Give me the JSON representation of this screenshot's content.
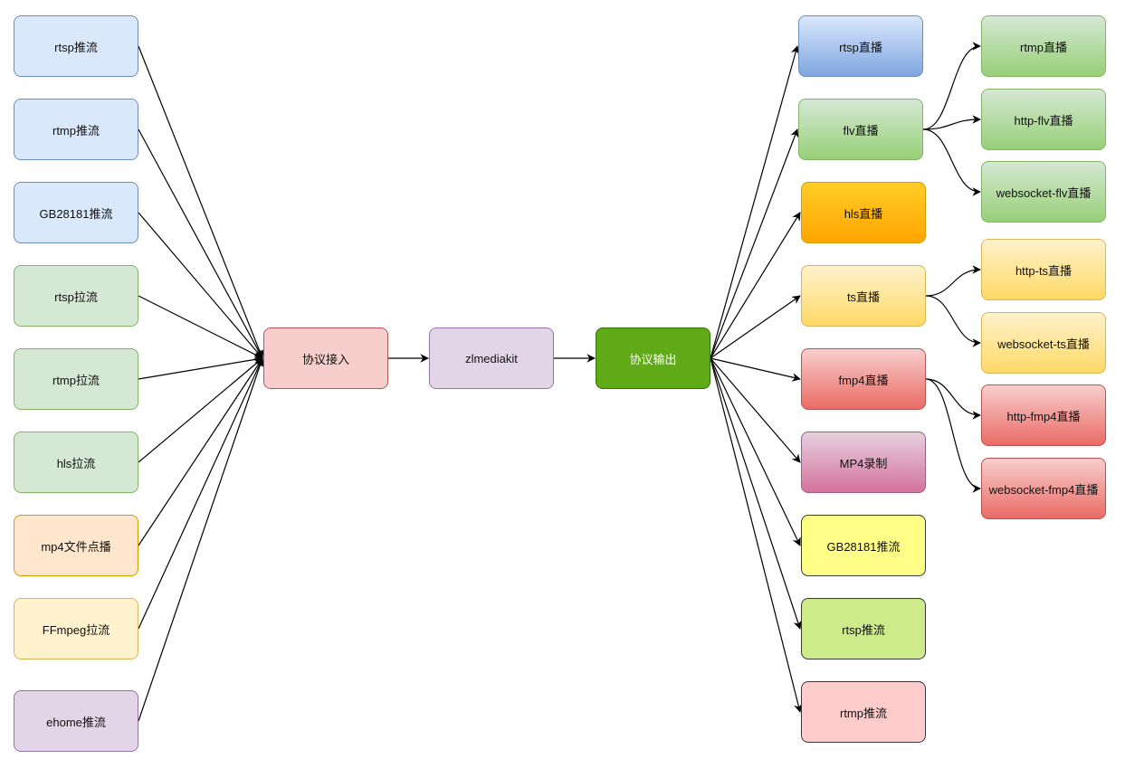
{
  "inputs": [
    {
      "label": "rtsp推流",
      "fill": "#dae8fc",
      "stroke": "#6c8ebf"
    },
    {
      "label": "rtmp推流",
      "fill": "#dae8fc",
      "stroke": "#6c8ebf"
    },
    {
      "label": "GB28181推流",
      "fill": "#dae8fc",
      "stroke": "#6c8ebf"
    },
    {
      "label": "rtsp拉流",
      "fill": "#d5e8d4",
      "stroke": "#82b366"
    },
    {
      "label": "rtmp拉流",
      "fill": "#d5e8d4",
      "stroke": "#82b366"
    },
    {
      "label": "hls拉流",
      "fill": "#d5e8d4",
      "stroke": "#82b366"
    },
    {
      "label": "mp4文件点播",
      "fill": "#ffe6cc",
      "stroke": "#d79b00"
    },
    {
      "label": "FFmpeg拉流",
      "fill": "#fff2cc",
      "stroke": "#d6b656"
    },
    {
      "label": "ehome推流",
      "fill": "#e1d5e7",
      "stroke": "#9673a6"
    }
  ],
  "center": {
    "ingest": {
      "label": "协议接入",
      "fill": "#f8cecc",
      "stroke": "#b85450"
    },
    "core": {
      "label": "zlmediakit",
      "fill": "#e1d5e7",
      "stroke": "#9673a6"
    },
    "egress": {
      "label": "协议输出",
      "fill": "#60a917",
      "stroke": "#2d7600"
    }
  },
  "outputs": [
    {
      "label": "rtsp直播",
      "fill_top": "#dae8fc",
      "fill_bottom": "#7ea6e0",
      "stroke": "#6c8ebf"
    },
    {
      "label": "flv直播",
      "fill_top": "#d5e8d4",
      "fill_bottom": "#97d077",
      "stroke": "#82b366"
    },
    {
      "label": "hls直播",
      "fill_top": "#ffcd28",
      "fill_bottom": "#ffa500",
      "stroke": "#d79b00"
    },
    {
      "label": "ts直播",
      "fill_top": "#fff2cc",
      "fill_bottom": "#ffd966",
      "stroke": "#d6b656"
    },
    {
      "label": "fmp4直播",
      "fill_top": "#f8cecc",
      "fill_bottom": "#ea6b66",
      "stroke": "#b85450"
    },
    {
      "label": "MP4录制",
      "fill_top": "#e6d0de",
      "fill_bottom": "#d5739d",
      "stroke": "#996185"
    },
    {
      "label": "GB28181推流",
      "fill_top": "#ffff88",
      "fill_bottom": "#ffff88",
      "stroke": "#36393d"
    },
    {
      "label": "rtsp推流",
      "fill_top": "#cdeb8b",
      "fill_bottom": "#cdeb8b",
      "stroke": "#36393d"
    },
    {
      "label": "rtmp推流",
      "fill_top": "#ffcccc",
      "fill_bottom": "#ffcccc",
      "stroke": "#36393d"
    }
  ],
  "sub_outputs": [
    {
      "label": "rtmp直播",
      "parent": 1,
      "fill_top": "#d5e8d4",
      "fill_bottom": "#97d077",
      "stroke": "#82b366"
    },
    {
      "label": "http-flv直播",
      "parent": 1,
      "fill_top": "#d5e8d4",
      "fill_bottom": "#97d077",
      "stroke": "#82b366"
    },
    {
      "label": "websocket-flv直播",
      "parent": 1,
      "fill_top": "#d5e8d4",
      "fill_bottom": "#97d077",
      "stroke": "#82b366"
    },
    {
      "label": "http-ts直播",
      "parent": 3,
      "fill_top": "#fff2cc",
      "fill_bottom": "#ffd966",
      "stroke": "#d6b656"
    },
    {
      "label": "websocket-ts直播",
      "parent": 3,
      "fill_top": "#fff2cc",
      "fill_bottom": "#ffd966",
      "stroke": "#d6b656"
    },
    {
      "label": "http-fmp4直播",
      "parent": 4,
      "fill_top": "#f8cecc",
      "fill_bottom": "#ea6b66",
      "stroke": "#b85450"
    },
    {
      "label": "websocket-fmp4直播",
      "parent": 4,
      "fill_top": "#f8cecc",
      "fill_bottom": "#ea6b66",
      "stroke": "#b85450"
    }
  ]
}
